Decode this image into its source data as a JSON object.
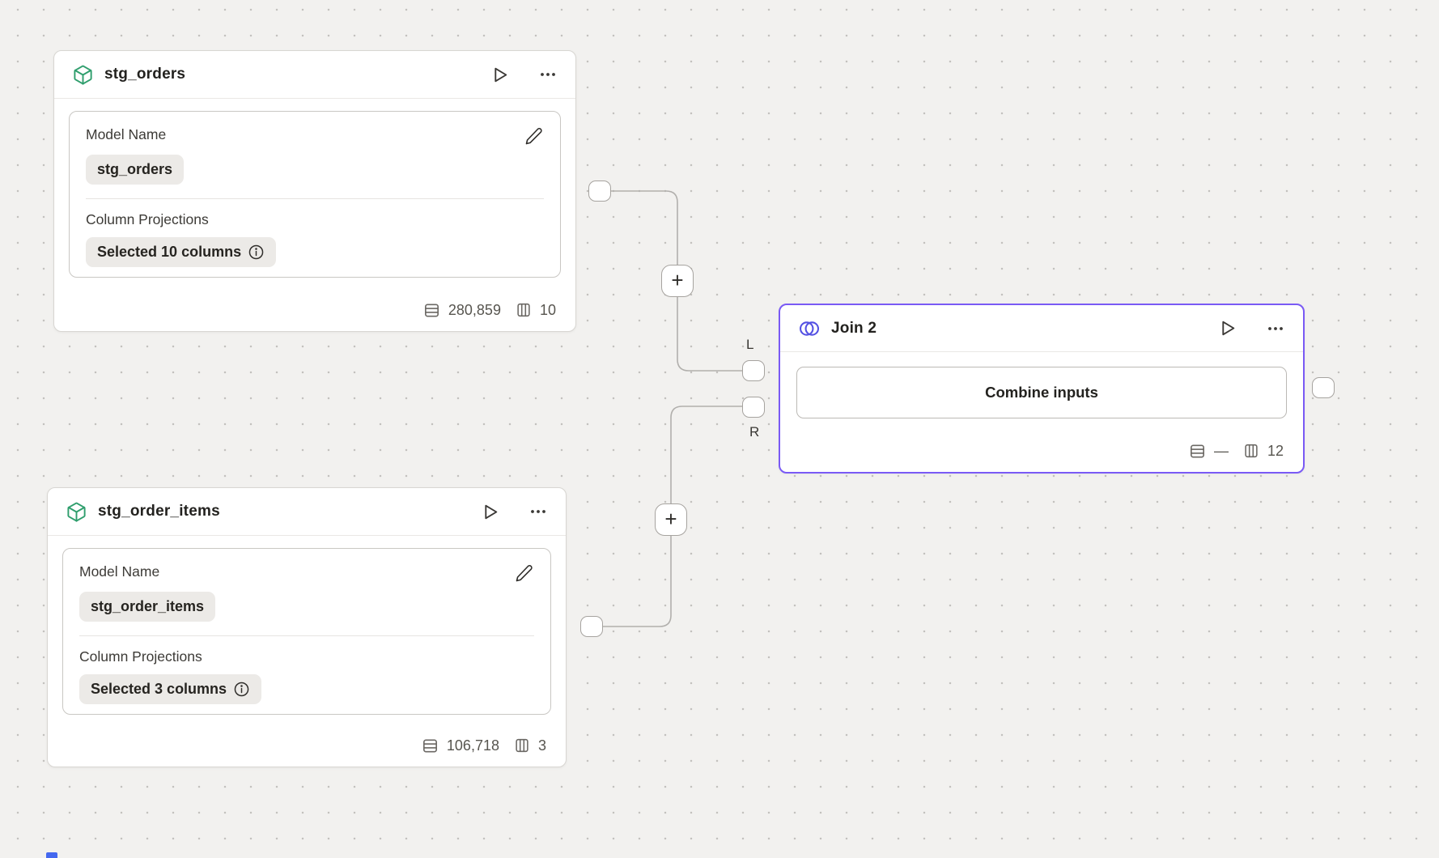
{
  "colors": {
    "canvas_background": "#f2f1ef",
    "grid_dot": "#c3c1be",
    "selected_node_border": "#7a5af5",
    "model_icon_green": "#2f9e6d",
    "join_icon_indigo": "#5451e3",
    "edge_gray": "#b1afac"
  },
  "icons": {
    "model_icon": "cube-outline",
    "join_icon": "venn-overlapping-circles",
    "run_icon": "play-triangle",
    "menu_icon": "ellipsis-horizontal",
    "edit_icon": "pencil",
    "info_icon": "info-circle",
    "rows_icon": "table-rows",
    "columns_icon": "table-columns"
  },
  "nodes": {
    "stg_orders": {
      "title": "stg_orders",
      "model_name_label": "Model Name",
      "model_name_value": "stg_orders",
      "projections_label": "Column Projections",
      "projections_value": "Selected 10 columns",
      "row_count": "280,859",
      "column_count": "10"
    },
    "stg_order_items": {
      "title": "stg_order_items",
      "model_name_label": "Model Name",
      "model_name_value": "stg_order_items",
      "projections_label": "Column Projections",
      "projections_value": "Selected 3 columns",
      "row_count": "106,718",
      "column_count": "3"
    },
    "join": {
      "title": "Join 2",
      "combine_button_label": "Combine inputs",
      "row_count": "—",
      "column_count": "12"
    }
  },
  "edges": {
    "left_port_label": "L",
    "right_port_label": "R",
    "add_step_label": "+"
  }
}
